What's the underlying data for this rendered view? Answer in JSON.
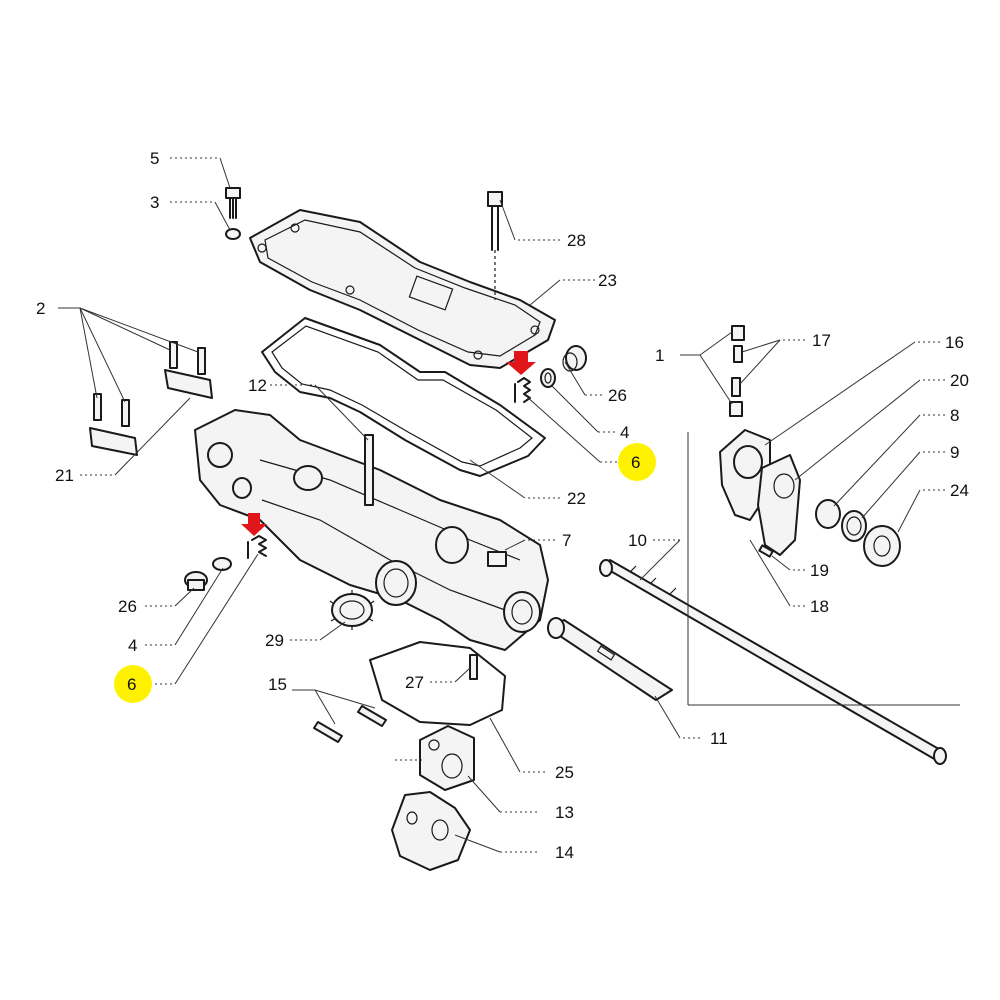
{
  "diagram": {
    "highlight_color": "#fff200",
    "arrow_color": "#e0161b",
    "callouts": {
      "c1": "1",
      "c2": "2",
      "c3": "3",
      "c4a": "4",
      "c4b": "4",
      "c5": "5",
      "c6a": "6",
      "c6b": "6",
      "c7": "7",
      "c8": "8",
      "c9": "9",
      "c10": "10",
      "c11": "11",
      "c12": "12",
      "c13": "13",
      "c14": "14",
      "c15": "15",
      "c16": "16",
      "c17": "17",
      "c18": "18",
      "c19": "19",
      "c20": "20",
      "c21": "21",
      "c22": "22",
      "c23": "23",
      "c24": "24",
      "c25": "25",
      "c26a": "26",
      "c26b": "26",
      "c27": "27",
      "c28": "28",
      "c29": "29"
    }
  }
}
